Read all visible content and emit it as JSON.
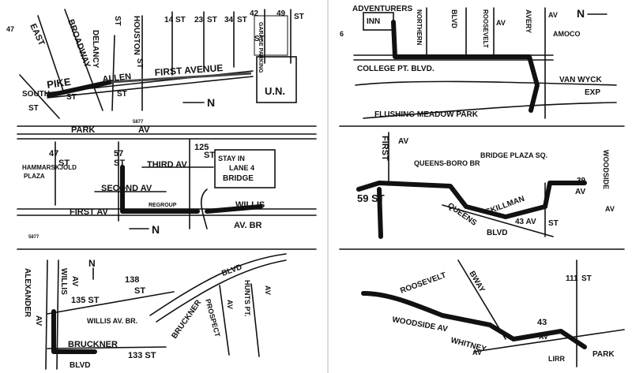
{
  "left_column": {
    "map1": {
      "page_mark": "47",
      "streets": [
        "EAST",
        "BROADWAY",
        "DELANCY",
        "ST",
        "HOUSTON",
        "ST",
        "14",
        "ST",
        "23",
        "ST",
        "34",
        "ST",
        "42",
        "ST",
        "49",
        "ST"
      ],
      "avenue": "FIRST AVENUE",
      "allen": "ALLEN",
      "pike": "PIKE",
      "south": "SOUTH",
      "south_st": "ST",
      "st_ext": "ST",
      "st_small": "ST",
      "garage": "GARAGE PARKING",
      "un": "U.N.",
      "north": "N",
      "code": "5877"
    },
    "map2": {
      "park": "PARK",
      "av": "AV",
      "st47": "47",
      "st47b": "ST",
      "st57": "57",
      "st57b": "ST",
      "st125": "125",
      "st125b": "ST",
      "hammarskjold": "HAMMARSKJOLD",
      "plaza": "PLAZA",
      "third": "THIRD AV",
      "second": "SECOND AV",
      "first": "FIRST AV",
      "regroup": "REGROUP",
      "stay_in": "STAY IN",
      "lane": "LANE 4",
      "bridge": "BRIDGE",
      "willis": "WILLIS",
      "av_br": "AV. BR",
      "north": "N",
      "code": "5877"
    },
    "map3": {
      "alexander": "ALEXANDER",
      "av1": "AV",
      "willis": "WILLIS",
      "av2": "AV",
      "st135": "135 ST",
      "st138": "138",
      "st138b": "ST",
      "willis_br": "WILLIS AV. BR.",
      "bruckner": "BRUCKNER",
      "blvd": "BLVD",
      "st133": "133 ST",
      "bruckner2": "BRUCKNER",
      "blvd2": "BLVD",
      "prospect": "PROSPECT",
      "av3": "AV",
      "hunts": "HUNTS PT.",
      "av4": "AV",
      "north": "N"
    }
  },
  "right_column": {
    "map4": {
      "page_mark": "6",
      "adventurers": "ADVENTURERS",
      "inn": "INN",
      "northern": "NORTHERN",
      "blvd": "BLVD",
      "roosevelt": "ROOSEVELT",
      "av1": "AV",
      "avery": "AVERY",
      "av2": "AV",
      "north": "N",
      "amoco": "AMOCO",
      "college": "COLLEGE PT. BLVD.",
      "van_wyck": "VAN WYCK",
      "exp": "EXP",
      "flushing": "FLUSHING MEADOW PARK"
    },
    "map5": {
      "first": "FIRST",
      "av": "AV",
      "queensboro": "QUEENS-BORO BR",
      "bridge_plaza": "BRIDGE PLAZA SQ.",
      "st59": "59 ST",
      "queens": "QUEENS",
      "blvd": "BLVD",
      "skillman": "SKILLMAN",
      "av43": "43 AV",
      "st39": "39",
      "av39": "AV",
      "st_label": "ST",
      "woodside": "WOODSIDE",
      "av_w": "AV"
    },
    "map6": {
      "roosevelt": "ROOSEVELT",
      "bway": "BWAY",
      "woodside": "WOODSIDE AV",
      "st111": "111",
      "st111b": "ST",
      "num43": "43",
      "av43": "AV",
      "whitney": "WHITNEY",
      "av_w": "AV",
      "lirr": "LIRR",
      "park": "PARK"
    }
  }
}
